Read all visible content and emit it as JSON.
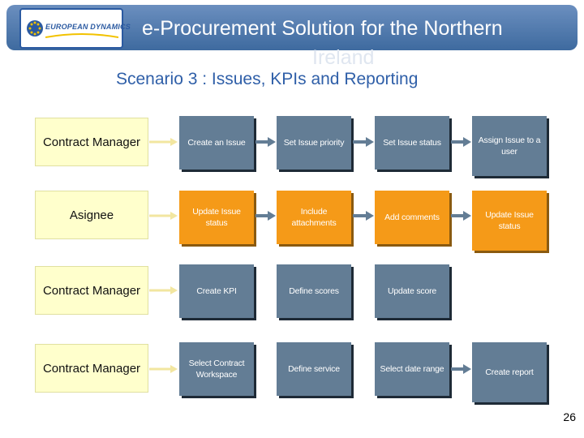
{
  "header": {
    "logo_text": "EUROPEAN DYNAMICS",
    "title": "e-Procurement  Solution for the Northern",
    "title_line2": "Ireland",
    "subtitle": "Scenario 3 : Issues, KPIs and Reporting"
  },
  "rows": [
    {
      "role": "Contract Manager",
      "steps": [
        "Create an Issue",
        "Set Issue priority",
        "Set Issue status",
        "Assign Issue to a user"
      ]
    },
    {
      "role": "Asignee",
      "steps": [
        "Update Issue status",
        "Include attachments",
        "Add comments",
        "Update Issue status"
      ]
    },
    {
      "role": "Contract Manager",
      "steps": [
        "Create KPI",
        "Define scores",
        "Update score"
      ]
    },
    {
      "role": "Contract Manager",
      "steps": [
        "Select Contract Workspace",
        "Define service",
        "Select date range",
        "Create report"
      ]
    }
  ],
  "page_number": "26",
  "colors": {
    "header": "#4a76aa",
    "step_blue": "#637d95",
    "step_orange": "#f59a18",
    "role_bg": "#ffffcc",
    "subtitle": "#2f5fa8"
  }
}
